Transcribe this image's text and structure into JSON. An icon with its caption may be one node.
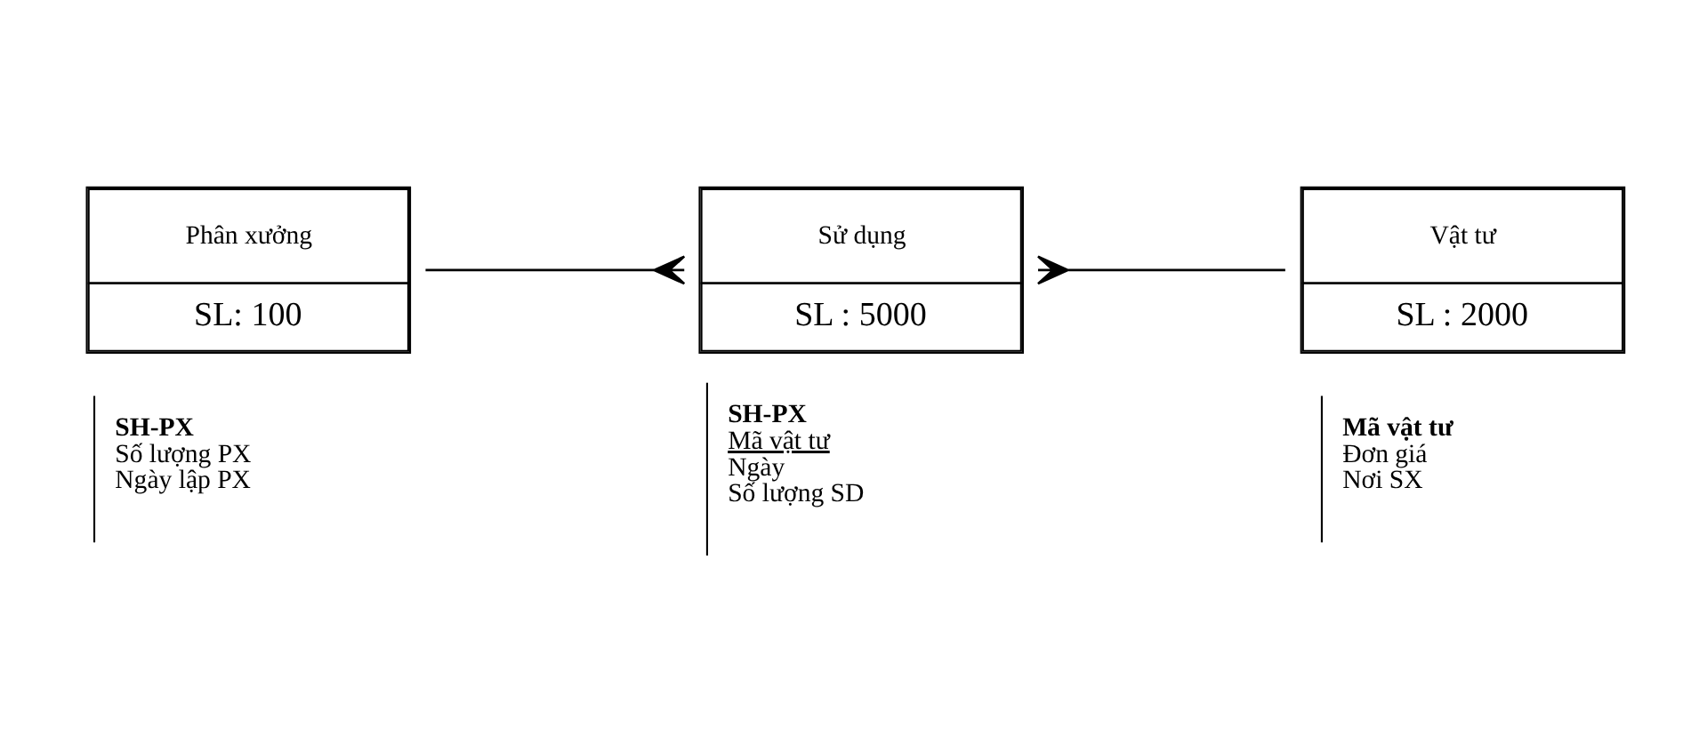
{
  "diagram": {
    "nodes": [
      {
        "text": [
          "Phân xưởng",
          "SL: 100"
        ],
        "beside": [
          "SH-PX",
          "Số lượng PX",
          "Ngày lập PX"
        ]
      },
      {
        "text": [
          "Sử dụng",
          "SL : 5000"
        ],
        "beside": [
          "SH-PX",
          "Mã vật tư",
          "Ngày",
          "Số lượng SD"
        ]
      },
      {
        "text": [
          "Vật tư",
          "SL : 2000"
        ],
        "beside": [
          "Mã vật tư",
          "Đơn giá",
          "Nơi SX"
        ]
      }
    ],
    "edges": [
      {
        "from": 0,
        "to": 1,
        "arrow": "other"
      },
      {
        "from": 2,
        "to": 1,
        "arrow": "other"
      }
    ]
  }
}
